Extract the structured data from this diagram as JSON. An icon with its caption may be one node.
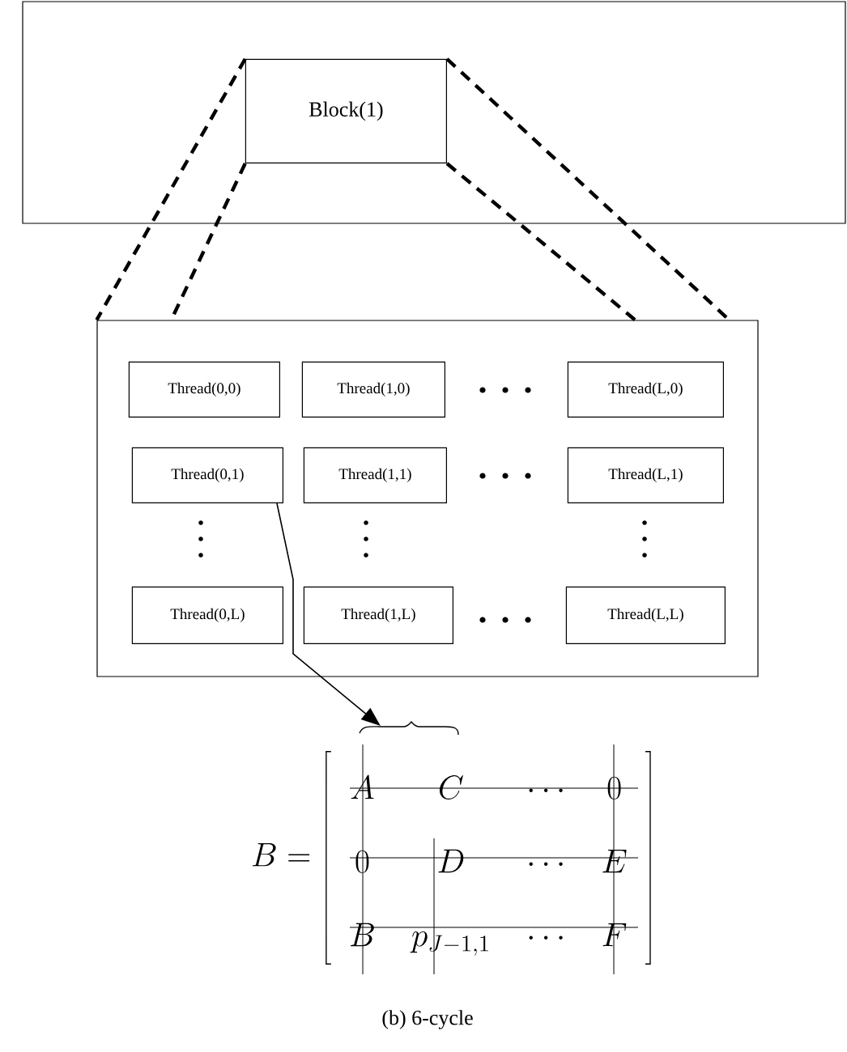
{
  "diagram": {
    "caption": "(b) 6-cycle",
    "nodes": [
      {
        "text": [],
        "shape": "box"
      },
      {
        "text": [
          "Block(1)"
        ],
        "in": 0
      },
      {
        "text": [],
        "shape": "box"
      },
      {
        "text": [
          "Thread(0,0)"
        ],
        "in": 2
      },
      {
        "text": [
          "Thread(1,0)"
        ],
        "in": 2
      },
      {
        "text": [
          "Thread(L,0)"
        ],
        "in": 2
      },
      {
        "text": [
          "Thread(0,1)"
        ],
        "in": 2
      },
      {
        "text": [
          "Thread(1,1)"
        ],
        "in": 2
      },
      {
        "text": [
          "Thread(L,1)"
        ],
        "in": 2
      },
      {
        "text": [
          "Thread(0,L)"
        ],
        "in": 2
      },
      {
        "text": [
          "Thread(1,L)"
        ],
        "in": 2
      },
      {
        "text": [
          "Thread(L,L)"
        ],
        "in": 2
      },
      {
        "text": [
          "B = \\left[\\begin{array}{cccc} A & C & \\cdots & 0 \\\\ 0 & D & \\cdots & E \\\\ B & p_{J-1,1} & \\cdots & F \\end{array}\\right]"
        ]
      }
    ],
    "edges": [
      {
        "from": 1,
        "to": 2,
        "arrow": "none",
        "style": "dashed"
      },
      {
        "from": 1,
        "to": 2,
        "arrow": "none",
        "style": "dashed"
      },
      {
        "from": 1,
        "to": 2,
        "arrow": "none",
        "style": "dashed"
      },
      {
        "from": 1,
        "to": 2,
        "arrow": "none",
        "style": "dashed"
      },
      {
        "from": 6,
        "to": 12,
        "arrow": "to"
      }
    ]
  }
}
